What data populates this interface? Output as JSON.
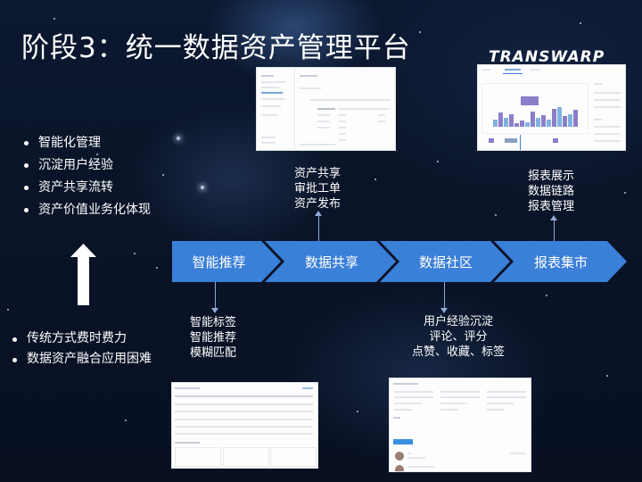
{
  "slide": {
    "title": "阶段3：统一数据资产管理平台",
    "logo": "TRANSWARP"
  },
  "left_panel": {
    "top_bullets": [
      "智能化管理",
      "沉淀用户经验",
      "资产共享流转",
      "资产价值业务化体现"
    ],
    "bottom_bullets": [
      "传统方式费时费力",
      "数据资产融合应用困难"
    ],
    "arrow_icon": "up-arrow-icon"
  },
  "process": {
    "steps": [
      {
        "label": "智能推荐",
        "notes": [
          "智能标签",
          "智能推荐",
          "模糊匹配"
        ],
        "note_position": "below"
      },
      {
        "label": "数据共享",
        "notes": [
          "资产共享",
          "审批工单",
          "资产发布"
        ],
        "note_position": "above"
      },
      {
        "label": "数据社区",
        "notes": [
          "用户经验沉淀",
          "评论、评分",
          "点赞、收藏、标签"
        ],
        "note_position": "below"
      },
      {
        "label": "报表集市",
        "notes": [
          "报表展示",
          "数据链路",
          "报表管理"
        ],
        "note_position": "above"
      }
    ],
    "colors": {
      "chevron": "#3a7fd8",
      "connector": "#8ea8d8",
      "background": "#0a1428"
    }
  },
  "screenshots": [
    {
      "name": "data-sharing-screenshot",
      "kind": "table-with-sidebar"
    },
    {
      "name": "report-market-screenshot",
      "kind": "bar-chart-dashboard"
    },
    {
      "name": "smart-recommend-screenshot",
      "kind": "table-with-cards"
    },
    {
      "name": "data-community-screenshot",
      "kind": "comments-feed",
      "button_color": "#3a8fe0"
    }
  ]
}
